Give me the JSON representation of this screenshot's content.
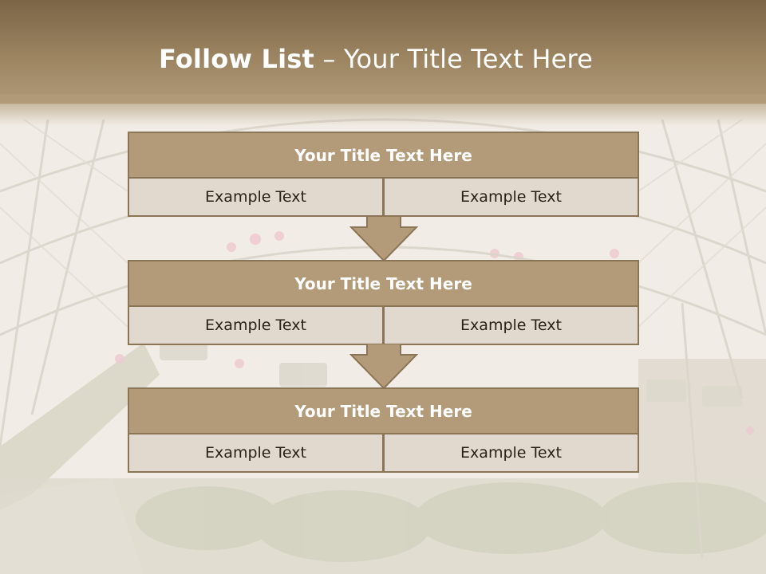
{
  "slide": {
    "title_strong": "Follow List",
    "title_rest": " – Your Title Text Here"
  },
  "steps": [
    {
      "title": "Your Title Text Here",
      "left": "Example Text",
      "right": "Example Text"
    },
    {
      "title": "Your Title Text Here",
      "left": "Example Text",
      "right": "Example Text"
    },
    {
      "title": "Your Title Text Here",
      "left": "Example Text",
      "right": "Example Text"
    }
  ],
  "colors": {
    "header": "#9c8461",
    "block_title": "#b39b79",
    "block_border": "#8a7656",
    "cell": "#e1d8ce"
  }
}
